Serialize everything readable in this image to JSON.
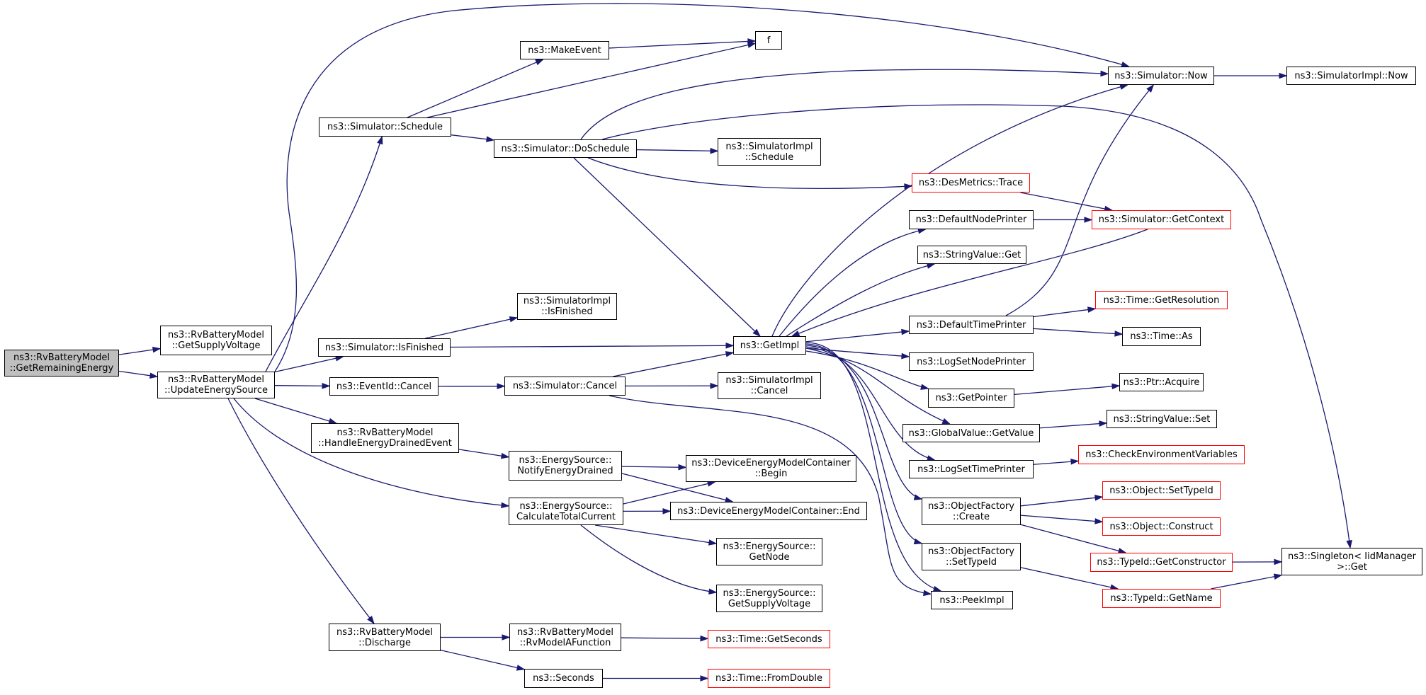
{
  "diagram": {
    "kind": "doxygen-call-graph",
    "colors": {
      "edge": "#191970",
      "node_border": "#000000",
      "truncated_border": "#ff0000",
      "root_fill": "#bfbfbf"
    },
    "nodes": [
      {
        "id": "root",
        "lines": [
          "ns3::RvBatteryModel",
          "::GetRemainingEnergy"
        ]
      },
      {
        "id": "getSupplyVoltage",
        "lines": [
          "ns3::RvBatteryModel",
          "::GetSupplyVoltage"
        ]
      },
      {
        "id": "updateEnergySource",
        "lines": [
          "ns3::RvBatteryModel",
          "::UpdateEnergySource"
        ]
      },
      {
        "id": "schedule",
        "lines": [
          "ns3::Simulator::Schedule"
        ]
      },
      {
        "id": "isFinished",
        "lines": [
          "ns3::Simulator::IsFinished"
        ]
      },
      {
        "id": "eventCancel",
        "lines": [
          "ns3::EventId::Cancel"
        ]
      },
      {
        "id": "handleDrained",
        "lines": [
          "ns3::RvBatteryModel",
          "::HandleEnergyDrainedEvent"
        ]
      },
      {
        "id": "discharge",
        "lines": [
          "ns3::RvBatteryModel",
          "::Discharge"
        ]
      },
      {
        "id": "makeEvent",
        "lines": [
          "ns3::MakeEvent"
        ]
      },
      {
        "id": "f",
        "lines": [
          "f"
        ]
      },
      {
        "id": "doSchedule",
        "lines": [
          "ns3::Simulator::DoSchedule"
        ]
      },
      {
        "id": "implIsFinished",
        "lines": [
          "ns3::SimulatorImpl",
          "::IsFinished"
        ]
      },
      {
        "id": "simCancel",
        "lines": [
          "ns3::Simulator::Cancel"
        ]
      },
      {
        "id": "notifyDrained",
        "lines": [
          "ns3::EnergySource::",
          "NotifyEnergyDrained"
        ]
      },
      {
        "id": "calcCurrent",
        "lines": [
          "ns3::EnergySource::",
          "CalculateTotalCurrent"
        ]
      },
      {
        "id": "rvModel",
        "lines": [
          "ns3::RvBatteryModel",
          "::RvModelAFunction"
        ]
      },
      {
        "id": "seconds",
        "lines": [
          "ns3::Seconds"
        ]
      },
      {
        "id": "implSchedule",
        "lines": [
          "ns3::SimulatorImpl",
          "::Schedule"
        ]
      },
      {
        "id": "getImpl",
        "lines": [
          "ns3::GetImpl"
        ]
      },
      {
        "id": "implCancel",
        "lines": [
          "ns3::SimulatorImpl",
          "::Cancel"
        ]
      },
      {
        "id": "demBegin",
        "lines": [
          "ns3::DeviceEnergyModelContainer",
          "::Begin"
        ]
      },
      {
        "id": "demEnd",
        "lines": [
          "ns3::DeviceEnergyModelContainer::End"
        ]
      },
      {
        "id": "getNode",
        "lines": [
          "ns3::EnergySource::",
          "GetNode"
        ]
      },
      {
        "id": "esGetSupplyVoltage",
        "lines": [
          "ns3::EnergySource::",
          "GetSupplyVoltage"
        ]
      },
      {
        "id": "getSeconds",
        "lines": [
          "ns3::Time::GetSeconds"
        ],
        "truncated": true
      },
      {
        "id": "fromDouble",
        "lines": [
          "ns3::Time::FromDouble"
        ],
        "truncated": true
      },
      {
        "id": "now",
        "lines": [
          "ns3::Simulator::Now"
        ]
      },
      {
        "id": "desTrace",
        "lines": [
          "ns3::DesMetrics::Trace"
        ],
        "truncated": true
      },
      {
        "id": "defaultNodePrinter",
        "lines": [
          "ns3::DefaultNodePrinter"
        ]
      },
      {
        "id": "stringGet",
        "lines": [
          "ns3::StringValue::Get"
        ]
      },
      {
        "id": "defaultTimePrinter",
        "lines": [
          "ns3::DefaultTimePrinter"
        ]
      },
      {
        "id": "logSetNodePrinter",
        "lines": [
          "ns3::LogSetNodePrinter"
        ]
      },
      {
        "id": "getPointer",
        "lines": [
          "ns3::GetPointer"
        ]
      },
      {
        "id": "gvGetValue",
        "lines": [
          "ns3::GlobalValue::GetValue"
        ]
      },
      {
        "id": "logSetTimePrinter",
        "lines": [
          "ns3::LogSetTimePrinter"
        ]
      },
      {
        "id": "ofCreate",
        "lines": [
          "ns3::ObjectFactory",
          "::Create"
        ]
      },
      {
        "id": "ofSetTypeId",
        "lines": [
          "ns3::ObjectFactory",
          "::SetTypeId"
        ]
      },
      {
        "id": "peekImpl",
        "lines": [
          "ns3::PeekImpl"
        ]
      },
      {
        "id": "implNow",
        "lines": [
          "ns3::SimulatorImpl::Now"
        ]
      },
      {
        "id": "getContext",
        "lines": [
          "ns3::Simulator::GetContext"
        ],
        "truncated": true
      },
      {
        "id": "getResolution",
        "lines": [
          "ns3::Time::GetResolution"
        ],
        "truncated": true
      },
      {
        "id": "timeAs",
        "lines": [
          "ns3::Time::As"
        ]
      },
      {
        "id": "ptrAcquire",
        "lines": [
          "ns3::Ptr::Acquire"
        ]
      },
      {
        "id": "stringSet",
        "lines": [
          "ns3::StringValue::Set"
        ]
      },
      {
        "id": "checkEnv",
        "lines": [
          "ns3::CheckEnvironmentVariables"
        ],
        "truncated": true
      },
      {
        "id": "objSetTypeId",
        "lines": [
          "ns3::Object::SetTypeId"
        ],
        "truncated": true
      },
      {
        "id": "objConstruct",
        "lines": [
          "ns3::Object::Construct"
        ],
        "truncated": true
      },
      {
        "id": "getConstructor",
        "lines": [
          "ns3::TypeId::GetConstructor"
        ],
        "truncated": true
      },
      {
        "id": "typeIdGetName",
        "lines": [
          "ns3::TypeId::GetName"
        ],
        "truncated": true
      },
      {
        "id": "singletonGet",
        "lines": [
          "ns3::Singleton< IidManager",
          " >::Get"
        ]
      }
    ],
    "edges": [
      [
        "root",
        "getSupplyVoltage"
      ],
      [
        "root",
        "updateEnergySource"
      ],
      [
        "updateEnergySource",
        "schedule"
      ],
      [
        "updateEnergySource",
        "isFinished"
      ],
      [
        "updateEnergySource",
        "eventCancel"
      ],
      [
        "updateEnergySource",
        "handleDrained"
      ],
      [
        "updateEnergySource",
        "calcCurrent"
      ],
      [
        "updateEnergySource",
        "discharge"
      ],
      [
        "updateEnergySource",
        "now"
      ],
      [
        "schedule",
        "makeEvent"
      ],
      [
        "schedule",
        "f"
      ],
      [
        "schedule",
        "doSchedule"
      ],
      [
        "makeEvent",
        "f"
      ],
      [
        "doSchedule",
        "now"
      ],
      [
        "doSchedule",
        "singletonGet"
      ],
      [
        "doSchedule",
        "implSchedule"
      ],
      [
        "doSchedule",
        "desTrace"
      ],
      [
        "doSchedule",
        "getImpl"
      ],
      [
        "isFinished",
        "implIsFinished"
      ],
      [
        "isFinished",
        "getImpl"
      ],
      [
        "eventCancel",
        "simCancel"
      ],
      [
        "simCancel",
        "getImpl"
      ],
      [
        "simCancel",
        "implCancel"
      ],
      [
        "simCancel",
        "peekImpl"
      ],
      [
        "handleDrained",
        "notifyDrained"
      ],
      [
        "notifyDrained",
        "demBegin"
      ],
      [
        "notifyDrained",
        "demEnd"
      ],
      [
        "calcCurrent",
        "demBegin"
      ],
      [
        "calcCurrent",
        "demEnd"
      ],
      [
        "calcCurrent",
        "getNode"
      ],
      [
        "calcCurrent",
        "esGetSupplyVoltage"
      ],
      [
        "discharge",
        "rvModel"
      ],
      [
        "discharge",
        "seconds"
      ],
      [
        "rvModel",
        "getSeconds"
      ],
      [
        "seconds",
        "fromDouble"
      ],
      [
        "now",
        "implNow"
      ],
      [
        "desTrace",
        "getContext"
      ],
      [
        "defaultNodePrinter",
        "getContext"
      ],
      [
        "getContext",
        "getImpl"
      ],
      [
        "defaultTimePrinter",
        "now"
      ],
      [
        "defaultTimePrinter",
        "getResolution"
      ],
      [
        "defaultTimePrinter",
        "timeAs"
      ],
      [
        "getImpl",
        "now"
      ],
      [
        "getImpl",
        "defaultNodePrinter"
      ],
      [
        "getImpl",
        "stringGet"
      ],
      [
        "getImpl",
        "defaultTimePrinter"
      ],
      [
        "getImpl",
        "logSetNodePrinter"
      ],
      [
        "getImpl",
        "getPointer"
      ],
      [
        "getImpl",
        "gvGetValue"
      ],
      [
        "getImpl",
        "logSetTimePrinter"
      ],
      [
        "getImpl",
        "ofCreate"
      ],
      [
        "getImpl",
        "ofSetTypeId"
      ],
      [
        "getImpl",
        "peekImpl"
      ],
      [
        "getPointer",
        "ptrAcquire"
      ],
      [
        "gvGetValue",
        "stringSet"
      ],
      [
        "logSetTimePrinter",
        "checkEnv"
      ],
      [
        "ofCreate",
        "objSetTypeId"
      ],
      [
        "ofCreate",
        "objConstruct"
      ],
      [
        "ofCreate",
        "getConstructor"
      ],
      [
        "ofSetTypeId",
        "typeIdGetName"
      ],
      [
        "getConstructor",
        "singletonGet"
      ],
      [
        "typeIdGetName",
        "singletonGet"
      ]
    ]
  }
}
